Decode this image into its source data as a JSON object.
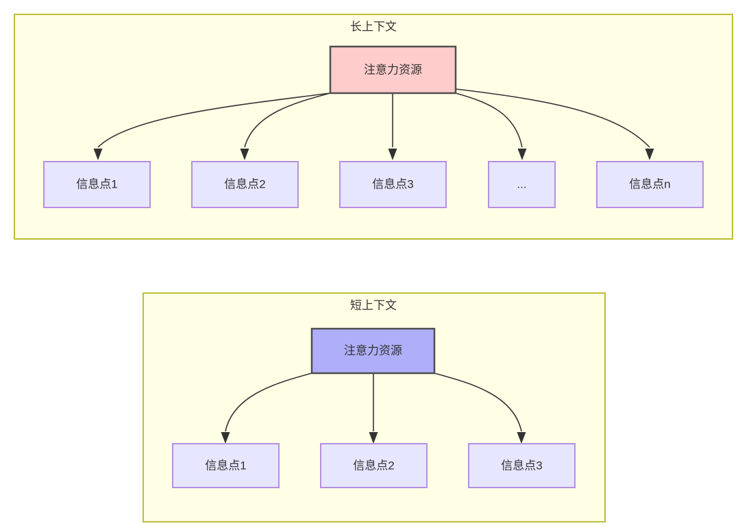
{
  "diagram": {
    "type": "flowchart",
    "background_color": "#FFFFFF",
    "panel_fill": "#FFFFE6",
    "panel_border": "#BDBD34",
    "edge_color": "#333333",
    "text_color": "#333333",
    "panels": [
      {
        "id": "long-context",
        "title": "长上下文",
        "root": {
          "label": "注意力资源",
          "fill": "#FFCCCC",
          "border": "#4D4D4D"
        },
        "children": [
          {
            "label": "信息点1",
            "fill": "#E6E6FF",
            "border": "#B78FE0"
          },
          {
            "label": "信息点2",
            "fill": "#E6E6FF",
            "border": "#B78FE0"
          },
          {
            "label": "信息点3",
            "fill": "#E6E6FF",
            "border": "#B78FE0"
          },
          {
            "label": "...",
            "fill": "#E6E6FF",
            "border": "#B78FE0"
          },
          {
            "label": "信息点n",
            "fill": "#E6E6FF",
            "border": "#B78FE0"
          }
        ]
      },
      {
        "id": "short-context",
        "title": "短上下文",
        "root": {
          "label": "注意力资源",
          "fill": "#AFAEF9",
          "border": "#4D4D4D"
        },
        "children": [
          {
            "label": "信息点1",
            "fill": "#E6E6FF",
            "border": "#B78FE0"
          },
          {
            "label": "信息点2",
            "fill": "#E6E6FF",
            "border": "#B78FE0"
          },
          {
            "label": "信息点3",
            "fill": "#E6E6FF",
            "border": "#B78FE0"
          }
        ]
      }
    ]
  }
}
